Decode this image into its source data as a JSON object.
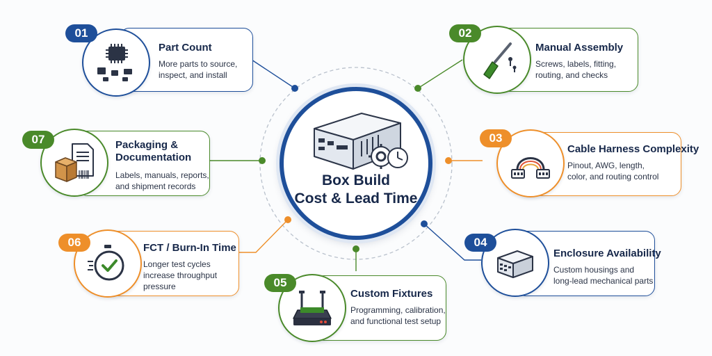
{
  "hub": {
    "title": "Box Build\nCost & Lead Time"
  },
  "factors": [
    {
      "num": "01",
      "title": "Part Count",
      "desc": "More parts to source,\ninspect, and install",
      "color": "#1e4f9a",
      "icon": "chip-components-icon"
    },
    {
      "num": "02",
      "title": "Manual Assembly",
      "desc": "Screws, labels, fitting,\nrouting, and checks",
      "color": "#4a8a2a",
      "icon": "screwdriver-icon"
    },
    {
      "num": "03",
      "title": "Cable Harness Complexity",
      "desc": "Pinout, AWG, length,\ncolor, and routing control",
      "color": "#ee8f2a",
      "icon": "cable-harness-icon"
    },
    {
      "num": "04",
      "title": "Enclosure Availability",
      "desc": "Custom housings and\nlong-lead mechanical parts",
      "color": "#1e4f9a",
      "icon": "enclosure-icon"
    },
    {
      "num": "05",
      "title": "Custom Fixtures",
      "desc": "Programming, calibration,\nand functional test setup",
      "color": "#4a8a2a",
      "icon": "test-fixture-icon"
    },
    {
      "num": "06",
      "title": "FCT / Burn-In Time",
      "desc": "Longer test cycles\nincrease throughput\npressure",
      "color": "#ee8f2a",
      "icon": "stopwatch-icon"
    },
    {
      "num": "07",
      "title": "Packaging &\nDocumentation",
      "desc": "Labels, manuals, reports,\nand shipment records",
      "color": "#4a8a2a",
      "icon": "package-document-icon"
    }
  ]
}
